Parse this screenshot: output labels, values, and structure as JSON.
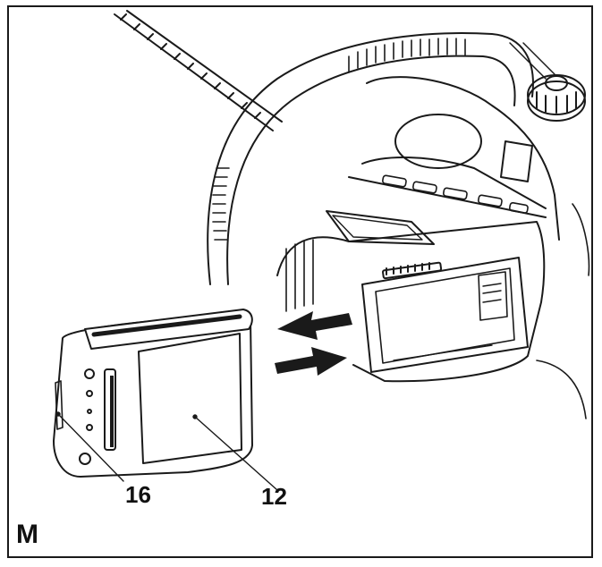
{
  "figure": {
    "letter": "M",
    "callouts": [
      {
        "id": "battery-indicator",
        "label": "16"
      },
      {
        "id": "battery-pack",
        "label": "12"
      }
    ]
  },
  "colors": {
    "line": "#1a1a1a",
    "fill": "#ffffff",
    "arrow": "#1a1a1a"
  },
  "icons": [
    "insert-arrow-icon",
    "remove-arrow-icon"
  ]
}
